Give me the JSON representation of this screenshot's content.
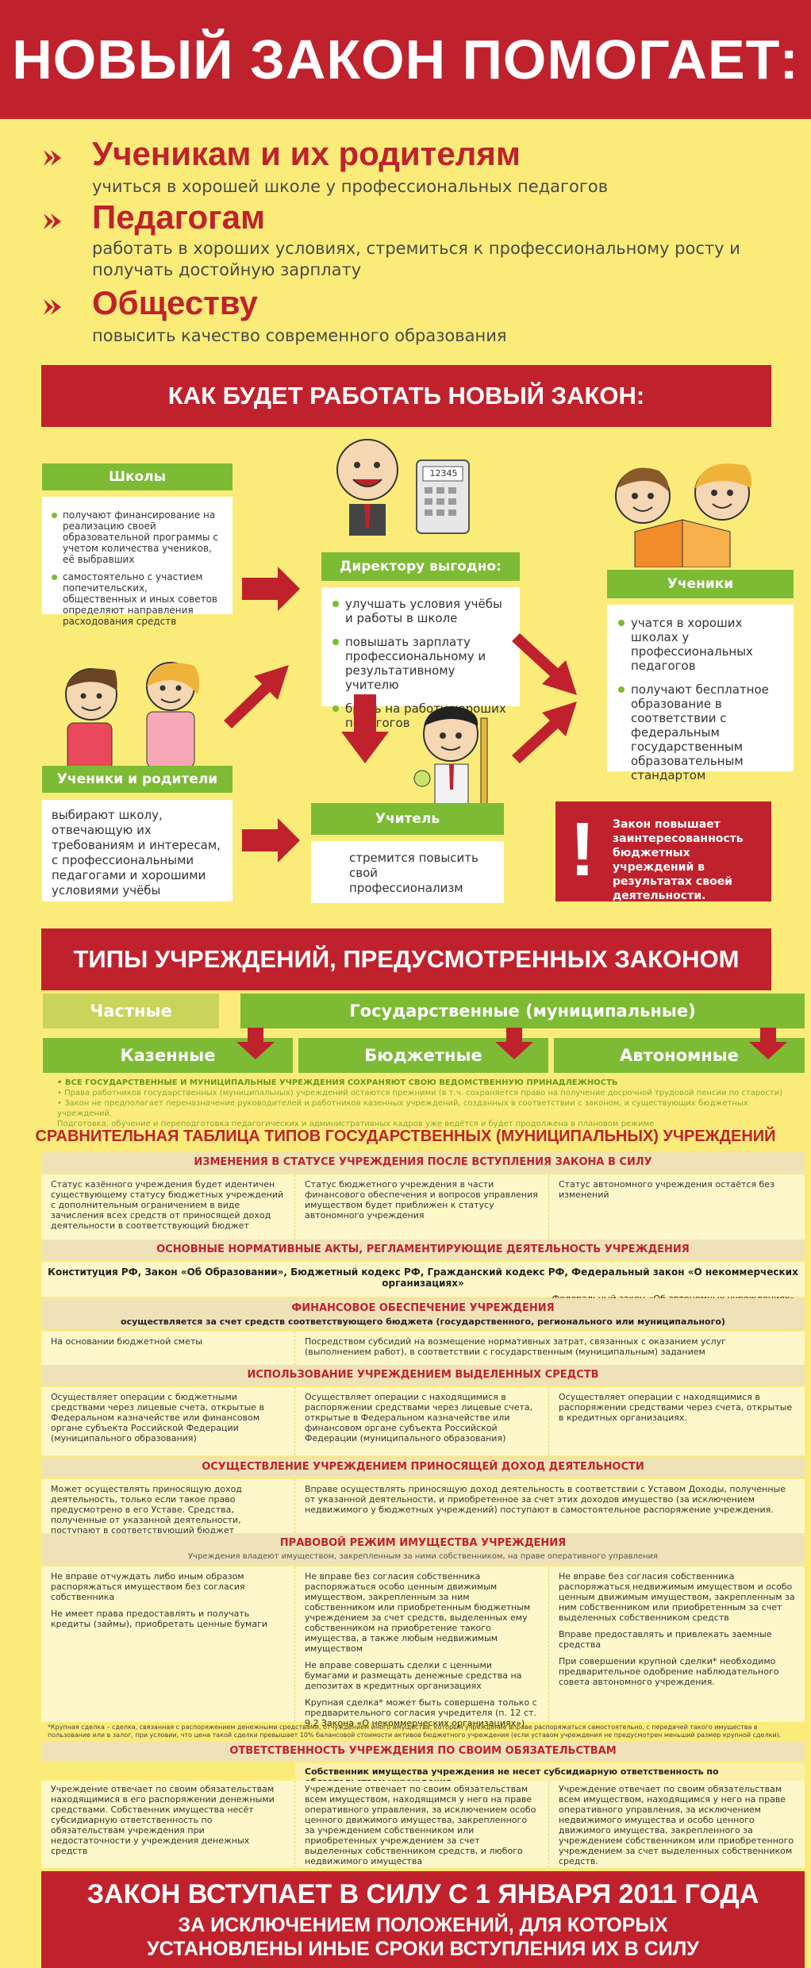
{
  "header": {
    "title": "НОВЫЙ ЗАКОН ПОМОГАЕТ:"
  },
  "benefits": [
    {
      "title": "Ученикам и их родителям",
      "text": "учиться в хорошей школе у профессиональных педагогов"
    },
    {
      "title": "Педагогам",
      "text": "работать в хороших условиях, стремиться к профессиональному росту и получать достойную зарплату"
    },
    {
      "title": "Обществу",
      "text": "повысить качество современного образования"
    }
  ],
  "how": {
    "title": "КАК БУДЕТ РАБОТАТЬ НОВЫЙ ЗАКОН:",
    "schools": {
      "title": "Школы",
      "items": [
        "получают финансирование на реализацию своей образовательной программы с учетом количества учеников, её выбравших",
        "самостоятельно с участием попечительских, общественных и иных советов определяют направления расходования средств"
      ]
    },
    "director": {
      "title": "Директору выгодно:",
      "items": [
        "улучшать условия учёбы и работы в школе",
        "повышать зарплату профессиональному и результативному учителю",
        "брать на работу хороших педагогов"
      ]
    },
    "calculator_display": "12345",
    "students": {
      "title": "Ученики",
      "items": [
        "учатся в хороших школах у профессиональных педагогов",
        "получают бесплатное образование в соответствии с федеральным государственным образовательным стандартом"
      ]
    },
    "parents": {
      "title": "Ученики и родители",
      "text": "выбирают школу, отвечающую их требованиям и интересам, с профессиональными педагогами и хорошими условиями учёбы"
    },
    "teacher": {
      "title": "Учитель",
      "text": "стремится повысить свой профессионализм"
    },
    "alert": {
      "mark": "!",
      "text": "Закон повышает заинтересованность бюджетных учреждений в результатах своей деятельности."
    }
  },
  "types": {
    "title": "ТИПЫ УЧРЕЖДЕНИЙ, ПРЕДУСМОТРЕННЫХ ЗАКОНОМ",
    "private": "Частные",
    "state": "Государственные (муниципальные)",
    "kazennye": "Казенные",
    "budget": "Бюджетные",
    "autonomous": "Автономные",
    "notes": [
      "• ВСЕ ГОСУДАРСТВЕННЫЕ И МУНИЦИПАЛЬНЫЕ УЧРЕЖДЕНИЯ СОХРАНЯЮТ СВОЮ ВЕДОМСТВЕННУЮ ПРИНАДЛЕЖНОСТЬ",
      "• Права работников государственных (муниципальных) учреждений остаются прежними (в т.ч. сохраняется право на получение досрочной трудовой пенсии по старости)",
      "• Закон не предполагает переназначение руководителей и работников казенных учреждений, созданных в соответствии с законом, и существующих бюджетных учреждений.",
      "Подготовка, обучение и переподготовка педагогических и административных кадров уже ведётся и будет продолжена в плановом режиме"
    ]
  },
  "table": {
    "title": "СРАВНИТЕЛЬНАЯ ТАБЛИЦА ТИПОВ ГОСУДАРСТВЕННЫХ (МУНИЦИПАЛЬНЫХ) УЧРЕЖДЕНИЙ",
    "s1": {
      "title": "ИЗМЕНЕНИЯ В СТАТУСЕ УЧРЕЖДЕНИЯ ПОСЛЕ ВСТУПЛЕНИЯ ЗАКОНА В СИЛУ",
      "c1": "Статус казённого учреждения будет идентичен существующему статусу бюджетных учреждений с дополнительным ограничением в виде зачисления всех средств от приносящей доход деятельности в соответствующий бюджет",
      "c2": "Статус бюджетного учреждения в части финансового обеспечения и вопросов управления имуществом будет приближен к статусу автономного учреждения",
      "c3": "Статус автономного учреждения остаётся без изменений"
    },
    "s2": {
      "title": "ОСНОВНЫЕ НОРМАТИВНЫЕ АКТЫ, РЕГЛАМЕНТИРУЮЩИЕ ДЕЯТЕЛЬНОСТЬ УЧРЕЖДЕНИЯ",
      "main": "Конституция РФ, Закон «Об Образовании», Бюджетный кодекс РФ, Гражданский кодекс РФ, Федеральный закон «О некоммерческих организациях»",
      "extra": "Федеральный закон «Об автономных учреждениях»"
    },
    "s3": {
      "title": "ФИНАНСОВОЕ ОБЕСПЕЧЕНИЕ УЧРЕЖДЕНИЯ",
      "subtitle": "осуществляется за счет средств соответствующего бюджета (государственного, регионального или муниципального)",
      "c1": "На основании бюджетной сметы",
      "c2": "Посредством субсидий на возмещение нормативных затрат, связанных с оказанием услуг (выполнением работ), в соответствии с государственным (муниципальным) заданием"
    },
    "s4": {
      "title": "ИСПОЛЬЗОВАНИЕ УЧРЕЖДЕНИЕМ ВЫДЕЛЕННЫХ СРЕДСТВ",
      "c1": "Осуществляет операции с бюджетными средствами через лицевые счета, открытые в Федеральном казначействе или финансовом органе субъекта Российской Федерации (муниципального образования)",
      "c2": "Осуществляет операции с находящимися в распоряжении средствами через лицевые счета, открытые в Федеральном казначействе или финансовом органе субъекта Российской Федерации (муниципального образования)",
      "c3": "Осуществляет операции с находящимися в распоряжении средствами через счета, открытые в кредитных организациях."
    },
    "s5": {
      "title": "ОСУЩЕСТВЛЕНИЕ УЧРЕЖДЕНИЕМ ПРИНОСЯЩЕЙ ДОХОД ДЕЯТЕЛЬНОСТИ",
      "c1": "Может осуществлять приносящую доход деятельность, только если такое право предусмотрено в его Уставе. Средства, полученные от указанной деятельности, поступают в соответствующий бюджет",
      "c2": "Вправе осуществлять приносящую доход деятельность в соответствии с Уставом Доходы, полученные от указанной деятельности, и приобретенное за счет этих доходов имущество (за исключением недвижимого у бюджетных учреждений) поступают в самостоятельное распоряжение учреждения."
    },
    "s6": {
      "title": "ПРАВОВОЙ РЕЖИМ ИМУЩЕСТВА УЧРЕЖДЕНИЯ",
      "subtitle": "Учреждения владеют имуществом, закрепленным за ними собственником, на праве оперативного управления",
      "c1": [
        "Не вправе отчуждать либо иным образом распоряжаться имуществом без согласия собственника",
        "Не имеет права предоставлять и получать кредиты (займы), приобретать ценные бумаги"
      ],
      "c2": [
        "Не вправе без согласия собственника распоряжаться особо ценным движимым имуществом, закрепленным за ним собственником или приобретенным бюджетным учреждением за счет средств, выделенных ему собственником на приобретение такого имущества, а также любым недвижимым имуществом",
        "Не вправе совершать сделки с ценными бумагами и размещать денежные средства на депозитах в кредитных организациях",
        "Крупная сделка* может быть совершена только с предварительного согласия учредителя (п. 12 ст. 9.2 Закона «О некоммерческих организациях»)"
      ],
      "c3": [
        "Не вправе без согласия собственника распоряжаться недвижимым имуществом и особо ценным движимым имуществом, закрепленным за ним собственником или приобретенным за счет выделенных собственником средств",
        "Вправе предоставлять и привлекать заемные средства",
        "При совершении крупной сделки* необходимо предварительное одобрение наблюдательного совета автономного учреждения."
      ],
      "footnote": "*Крупная сделка – сделка, связанная с распоряжением денежными средствами, отчуждением иного имущества, которым учреждение вправе распоряжаться самостоятельно, с передачей такого имущества в пользование или в залог, при условии, что цена такой сделки превышает 10% балансовой стоимости активов бюджетного учреждения (если уставом учреждения не предусмотрен меньший размер крупной сделки)."
    },
    "s7": {
      "title": "ОТВЕТСТВЕННОСТЬ УЧРЕЖДЕНИЯ ПО СВОИМ ОБЯЗАТЕЛЬСТВАМ",
      "subhead": "Собственник имущества учреждения не несет субсидиарную ответственность по обязательствам учреждения",
      "c1": "Учреждение отвечает по своим обязательствам находящимися в его распоряжении денежными средствами. Собственник имущества несёт субсидиарную ответственность по обязательствам учреждения при недостаточности у учреждения денежных средств",
      "c2": "Учреждение отвечает по своим обязательствам всем имуществом, находящимся у него на праве оперативного управления, за исключением особо ценного движимого имущества, закрепленного за учреждением собственником или приобретенных учреждением за счет выделенных собственником средств, и любого недвижимого имущества",
      "c3": "Учреждение отвечает по своим обязательствам всем имуществом, находящимся у него на праве оперативного управления, за исключением недвижимого имущества и особо ценного движимого имущества, закрепленного за учреждением собственником или приобретенного учреждением за счет выделенных собственником средств."
    }
  },
  "footer": {
    "main": "ЗАКОН ВСТУПАЕТ В СИЛУ С 1 ЯНВАРЯ 2011 ГОДА",
    "sub": "ЗА ИСКЛЮЧЕНИЕМ ПОЛОЖЕНИЙ, ДЛЯ КОТОРЫХ УСТАНОВЛЕНЫ ИНЫЕ СРОКИ ВСТУПЛЕНИЯ ИХ В СИЛУ"
  },
  "colors": {
    "red": "#c0222d",
    "green": "#7dbb34",
    "yellow": "#fbec7a"
  }
}
